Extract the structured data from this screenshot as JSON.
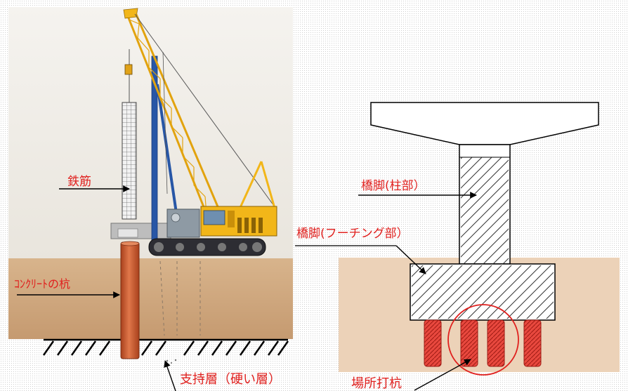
{
  "left_panel": {
    "labels": {
      "rebar": "鉄筋",
      "concrete_pile": "ｺﾝｸﾘｰﾄの杭",
      "bearing_layer": "支持層（硬い層）"
    }
  },
  "right_panel": {
    "labels": {
      "pier_column": "橋脚(柱部）",
      "pier_footing": "橋脚(フーチング部）",
      "cast_in_place_pile": "場所打杭"
    }
  },
  "colors": {
    "label_red": "#e0201e",
    "soil": "#ecd2b8",
    "crane_yellow": "#f2b619",
    "leader_blue": "#2756a6",
    "pile_orange": "#c8562b",
    "pile_red": "#e8483e"
  }
}
